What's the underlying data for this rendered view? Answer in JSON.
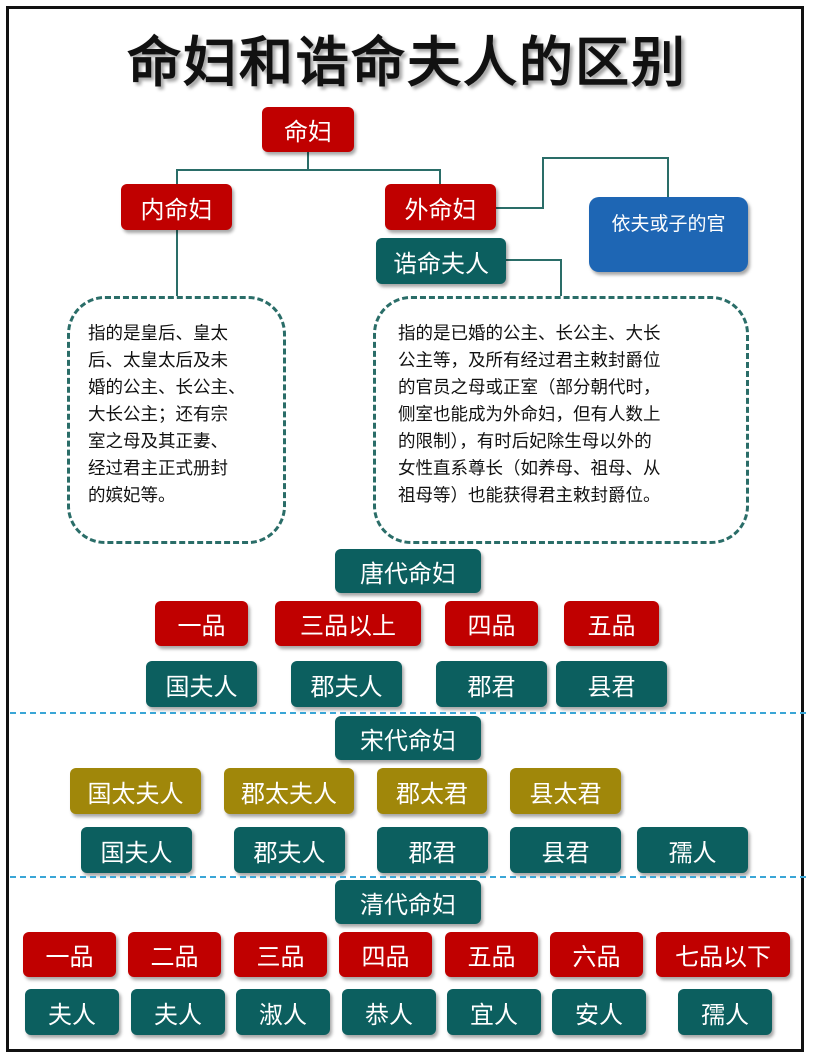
{
  "title": "命妇和诰命夫人的区别",
  "tree": {
    "root": "命妇",
    "inner": "内命妇",
    "outer": "外命妇",
    "gaoming": "诰命夫人",
    "note": "依夫或子的官"
  },
  "descriptions": {
    "inner": [
      "指的是皇后、皇太",
      "后、太皇太后及未",
      "婚的公主、长公主、",
      "大长公主；还有宗",
      "室之母及其正妻、",
      "经过君主正式册封",
      "的嫔妃等。"
    ],
    "outer": [
      "指的是已婚的公主、长公主、大长",
      "公主等，及所有经过君主敕封爵位",
      "的官员之母或正室（部分朝代时，",
      "侧室也能成为外命妇，但有人数上",
      "的限制），有时后妃除生母以外的",
      "女性直系尊长（如养母、祖母、从",
      "祖母等）也能获得君主敕封爵位。"
    ]
  },
  "tang": {
    "header": "唐代命妇",
    "ranks": [
      "一品",
      "三品以上",
      "四品",
      "五品"
    ],
    "titles": [
      "国夫人",
      "郡夫人",
      "郡君",
      "县君"
    ]
  },
  "song": {
    "header": "宋代命妇",
    "ranks": [
      "国太夫人",
      "郡太夫人",
      "郡太君",
      "县太君"
    ],
    "titles": [
      "国夫人",
      "郡夫人",
      "郡君",
      "县君",
      "孺人"
    ]
  },
  "qing": {
    "header": "清代命妇",
    "ranks": [
      "一品",
      "二品",
      "三品",
      "四品",
      "五品",
      "六品",
      "七品以下"
    ],
    "titles": [
      "夫人",
      "夫人",
      "淑人",
      "恭人",
      "宜人",
      "安人",
      "孺人"
    ]
  },
  "colors": {
    "red": "#c00000",
    "teal": "#0c5f5f",
    "olive": "#a0870a",
    "blue": "#1e66b4",
    "divider": "#3aa6d6",
    "dashed_border": "#2a6d68"
  }
}
